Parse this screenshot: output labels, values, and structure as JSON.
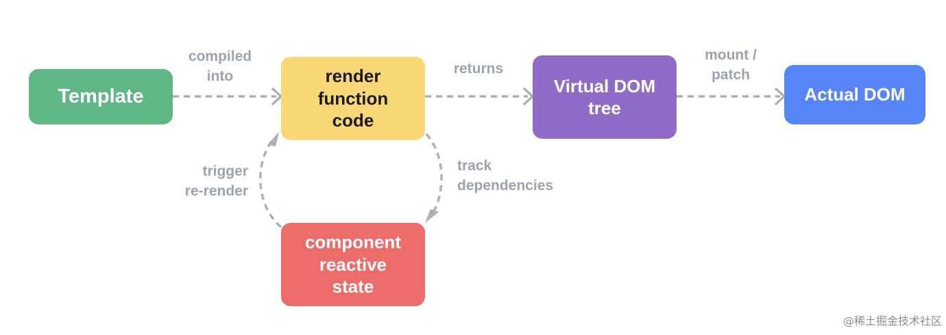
{
  "nodes": {
    "template": {
      "lines": [
        "Template"
      ],
      "color": "#60b685"
    },
    "render_function": {
      "lines": [
        "render",
        "function",
        "code"
      ],
      "color": "#f8d876"
    },
    "virtual_dom": {
      "lines": [
        "Virtual DOM",
        "tree"
      ],
      "color": "#8e6cc8"
    },
    "actual_dom": {
      "lines": [
        "Actual DOM"
      ],
      "color": "#5585f6"
    },
    "reactive_state": {
      "lines": [
        "component",
        "reactive",
        "state"
      ],
      "color": "#eb6c68"
    }
  },
  "edges": {
    "compiled_into": [
      "compiled",
      "into"
    ],
    "returns": [
      "returns"
    ],
    "mount_patch": [
      "mount /",
      "patch"
    ],
    "track_dependencies": [
      "track",
      "dependencies"
    ],
    "trigger_rerender": [
      "trigger",
      "re-render"
    ]
  },
  "arrow_color": "#a9b0b8",
  "watermark": "@稀土掘金技术社区"
}
